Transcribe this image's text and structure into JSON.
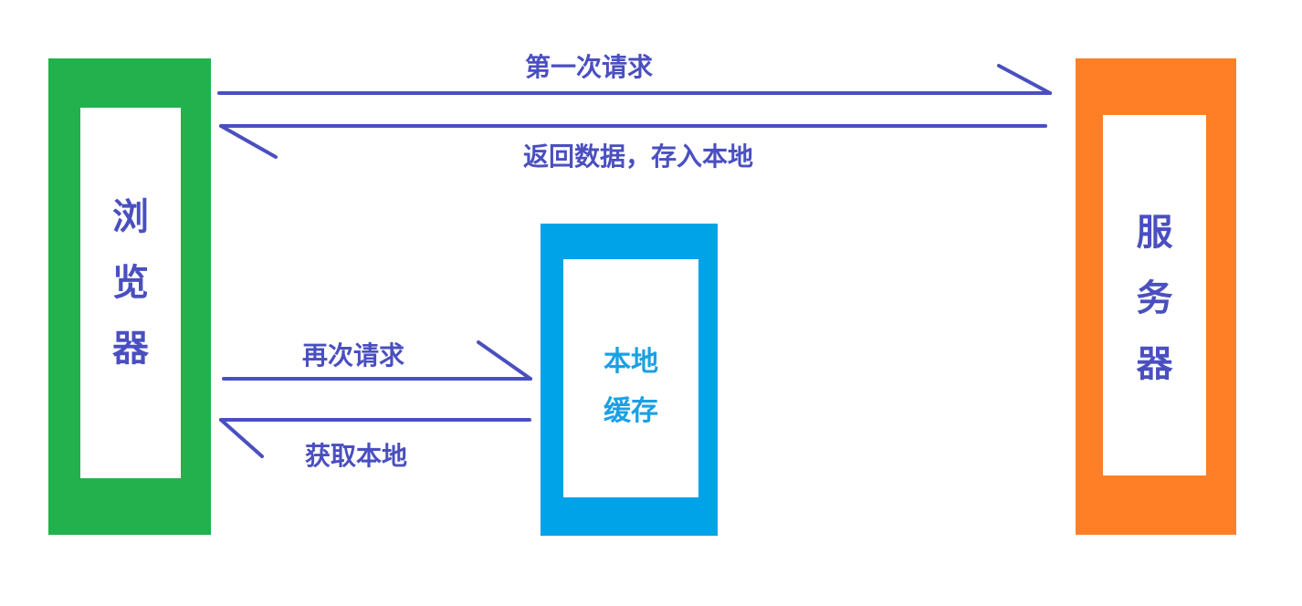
{
  "colors": {
    "browser": "#22b14c",
    "cache": "#00a2e8",
    "server": "#ff7f27",
    "arrow": "#4a4fc0",
    "cache_text": "#1ba1e2"
  },
  "nodes": {
    "browser": {
      "chars": [
        "浏",
        "览",
        "器"
      ]
    },
    "cache": {
      "lines": [
        "本地",
        "缓存"
      ]
    },
    "server": {
      "chars": [
        "服",
        "务",
        "器"
      ]
    }
  },
  "edges": {
    "first_request": "第一次请求",
    "return_data": "返回数据，存入本地",
    "request_again": "再次请求",
    "get_local": "获取本地"
  }
}
